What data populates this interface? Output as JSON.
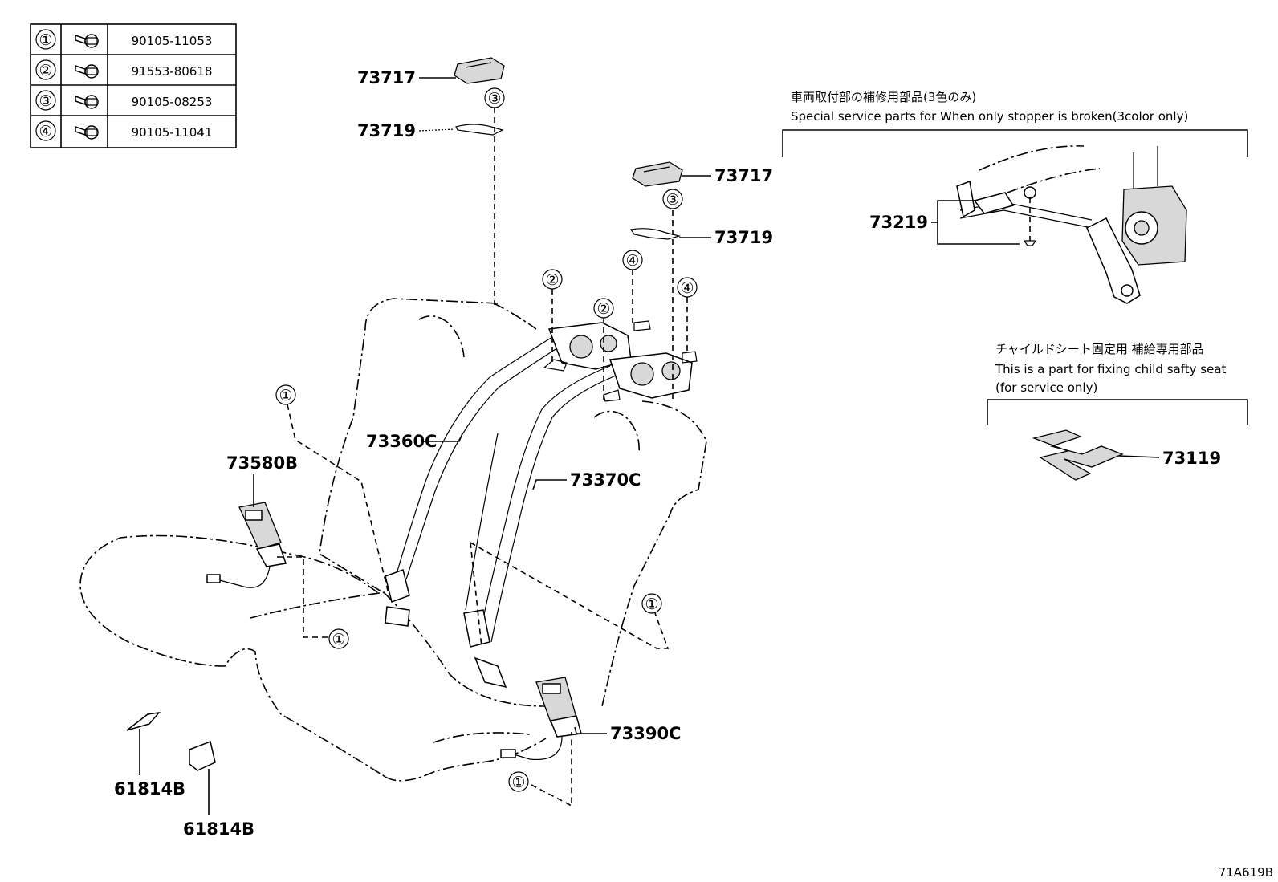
{
  "bolt_table": [
    {
      "no": "①",
      "part": "90105-11053"
    },
    {
      "no": "②",
      "part": "91553-80618"
    },
    {
      "no": "③",
      "part": "90105-08253"
    },
    {
      "no": "④",
      "part": "90105-11041"
    }
  ],
  "bolt_icon": "bolt-with-washer-icon",
  "labels": {
    "p73717_a": "73717",
    "p73719_a": "73719",
    "p73717_b": "73717",
    "p73719_b": "73719",
    "p73360c": "73360C",
    "p73370c": "73370C",
    "p73580b": "73580B",
    "p73390c": "73390C",
    "p61814b_a": "61814B",
    "p61814b_b": "61814B",
    "p73219": "73219",
    "p73119": "73119"
  },
  "callouts": {
    "c3_a": "③",
    "c3_b": "③",
    "c2_a": "②",
    "c2_b": "②",
    "c4_a": "④",
    "c4_b": "④",
    "c1_a": "①",
    "c1_b": "①",
    "c1_c": "①",
    "c1_d": "①"
  },
  "notes": {
    "service_ja": "車両取付部の補修用部品(3色のみ)",
    "service_en": "Special service parts for When only stopper is broken(3color only)",
    "child_ja": "チャイルドシート固定用 補給専用部品",
    "child_en_1": "This is a part for fixing child safty seat",
    "child_en_2": "(for service only)"
  },
  "figure_id": "71A619B"
}
